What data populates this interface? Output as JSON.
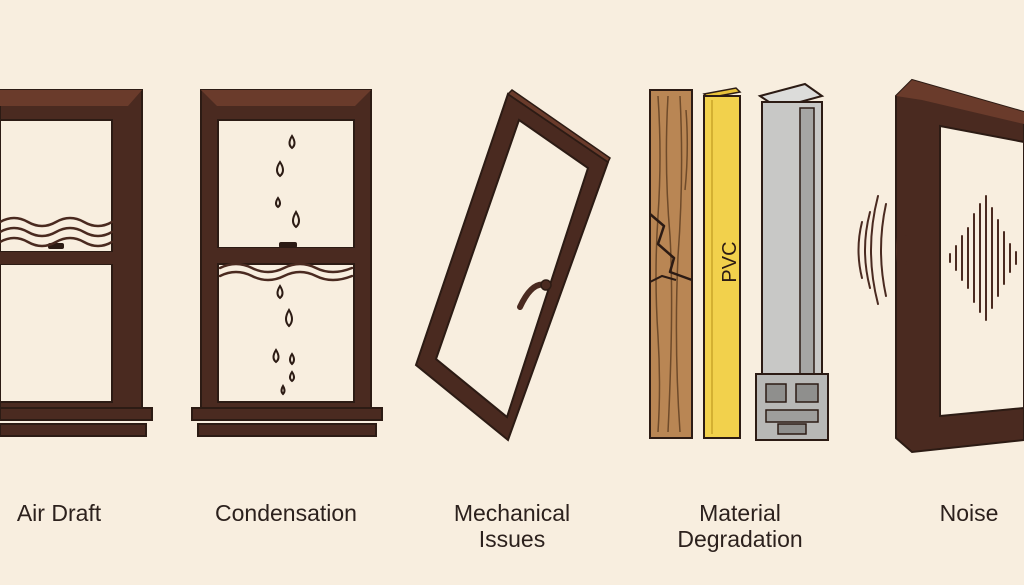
{
  "panels": [
    {
      "id": "air-draft",
      "lines": [
        "Air Draft"
      ]
    },
    {
      "id": "condensation",
      "lines": [
        "Condensation"
      ]
    },
    {
      "id": "mechanical-issues",
      "lines": [
        "Mechanical",
        "Issues"
      ]
    },
    {
      "id": "material-degradation",
      "lines": [
        "Material",
        "Degradation"
      ],
      "pvc_text": "PVC"
    },
    {
      "id": "noise",
      "lines": [
        "Noise"
      ]
    }
  ],
  "colors": {
    "background": "#f8eedf",
    "frame": "#4a2a20",
    "outline": "#2c1b14",
    "glass": "#f8eedf",
    "wood": "#b98654",
    "pvc": "#f2d14c",
    "aluminum": "#c8c8c6"
  }
}
